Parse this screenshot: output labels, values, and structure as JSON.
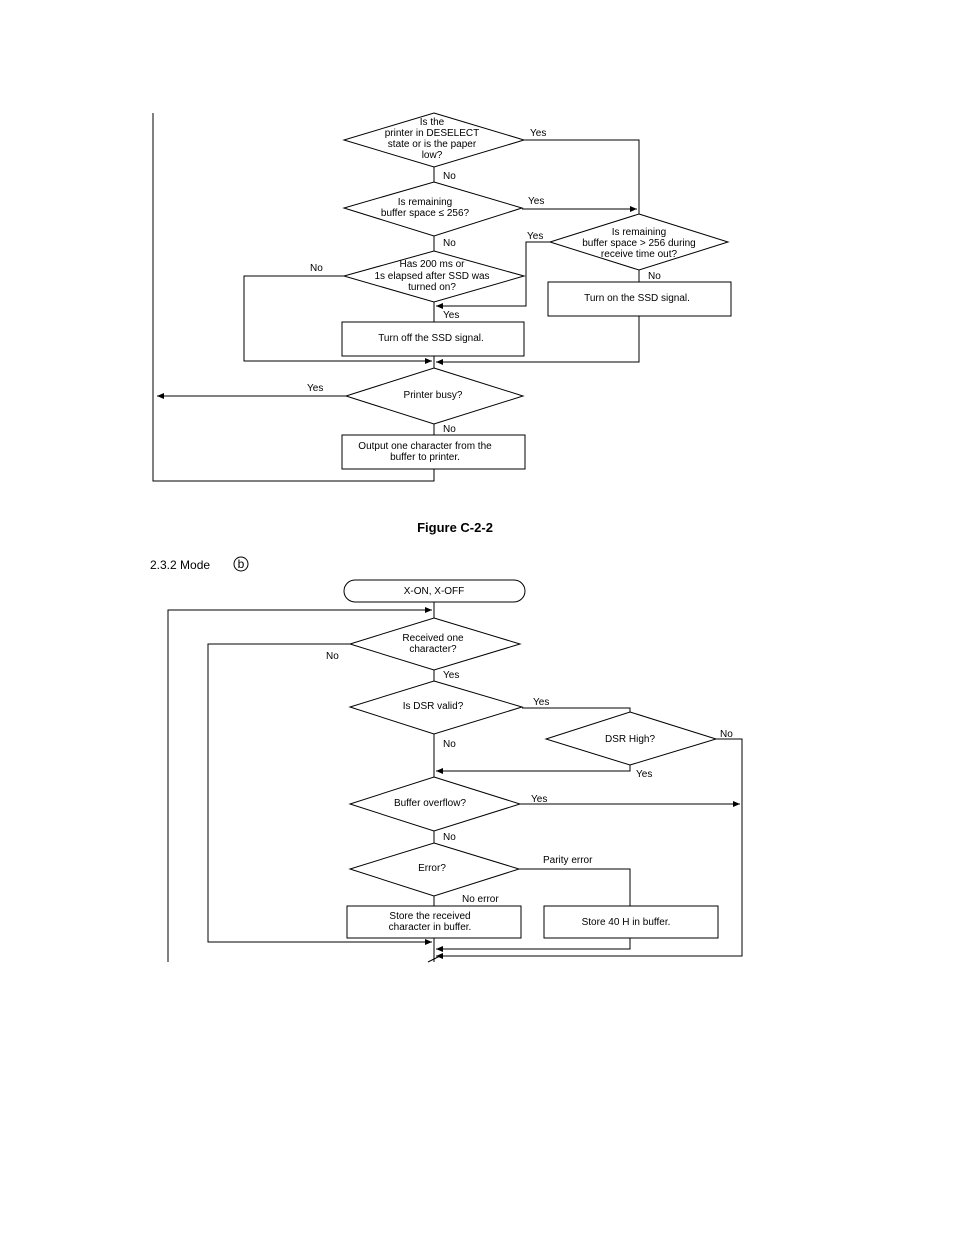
{
  "figure1": {
    "d1": [
      "Is the",
      "printer in DESELECT",
      "state or is the paper",
      "low?"
    ],
    "d2": [
      "Is remaining",
      "buffer space ≤ 256?"
    ],
    "d3": [
      "Is remaining",
      "buffer space > 256 during",
      "receive time out?"
    ],
    "d4": [
      "Has 200 ms or",
      "1s elapsed after SSD was",
      "turned on?"
    ],
    "box_on": "Turn on the SSD signal.",
    "box_off": "Turn off the SSD signal.",
    "d5": "Printer busy?",
    "box_out": [
      "Output one character from the",
      "buffer to printer."
    ],
    "yes": "Yes",
    "no": "No",
    "caption": "Figure C-2-2"
  },
  "section": {
    "title": "2.3.2  Mode",
    "mode_letter": "b"
  },
  "figure2": {
    "start": "X-ON, X-OFF",
    "d1": [
      "Received one",
      "character?"
    ],
    "d2": "Is DSR valid?",
    "d3": "DSR High?",
    "d4": "Buffer overflow?",
    "d5": "Error?",
    "box_store": [
      "Store the received",
      "character in buffer."
    ],
    "box_40h": "Store 40 H in buffer.",
    "yes": "Yes",
    "no": "No",
    "parity": "Parity error",
    "noerror": "No error"
  }
}
